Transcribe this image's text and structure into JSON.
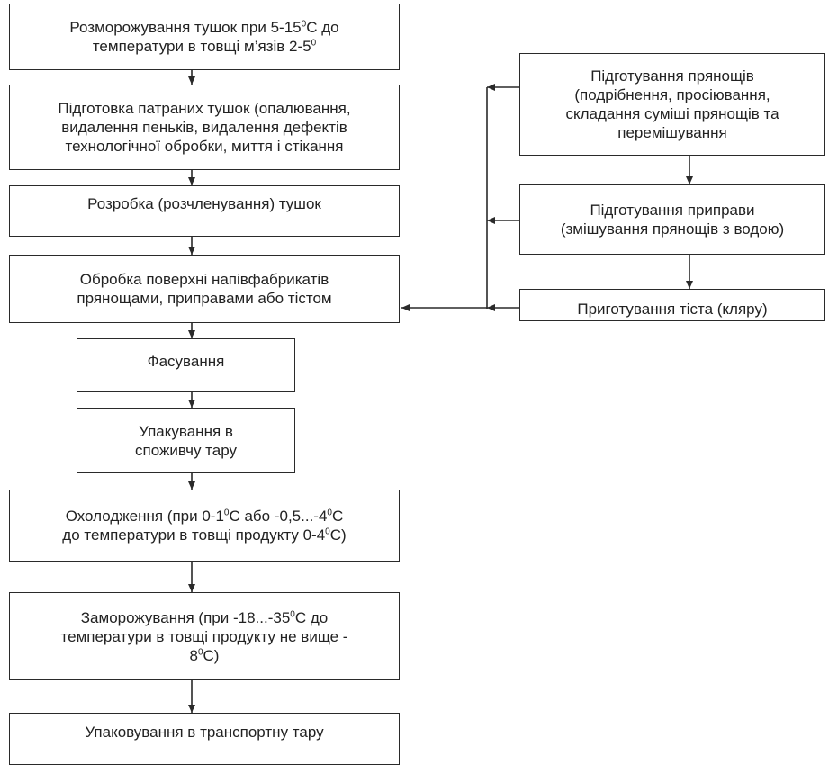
{
  "steps": {
    "s1": [
      "Розморожування тушок при 5-15",
      "0",
      "С до\nтемператури в товщі м’язів 2-5",
      "0",
      ""
    ],
    "s2": "Підготовка патраних тушок (опалювання,\nвидалення пеньків, видалення дефектів\nтехнологічної обробки, миття і стікання",
    "s3": "Розробка (розчленування) тушок",
    "s4": "Обробка поверхні напівфабрикатів\nпрянощами, приправами або тістом",
    "s5": "Фасування",
    "s6": "Упакування в\nспоживчу тару",
    "s7": [
      "Охолодження (при 0-1",
      "0",
      "С або -0,5...-4",
      "0",
      "С\nдо температури в товщі продукту 0-4",
      "0",
      "С)"
    ],
    "s8": [
      "Заморожування (при -18...-35",
      "0",
      "С до\nтемператури в товщі продукту не вище -\n8",
      "0",
      "С)"
    ],
    "s9": "Упаковування в транспортну тару"
  },
  "side": {
    "r1": "Підготування прянощів\n(подрібнення, просіювання,\nскладання суміші прянощів та\nперемішування",
    "r2": "Підготування приправи\n(змішування прянощів з водою)",
    "r3": "Приготування тіста (кляру)"
  }
}
